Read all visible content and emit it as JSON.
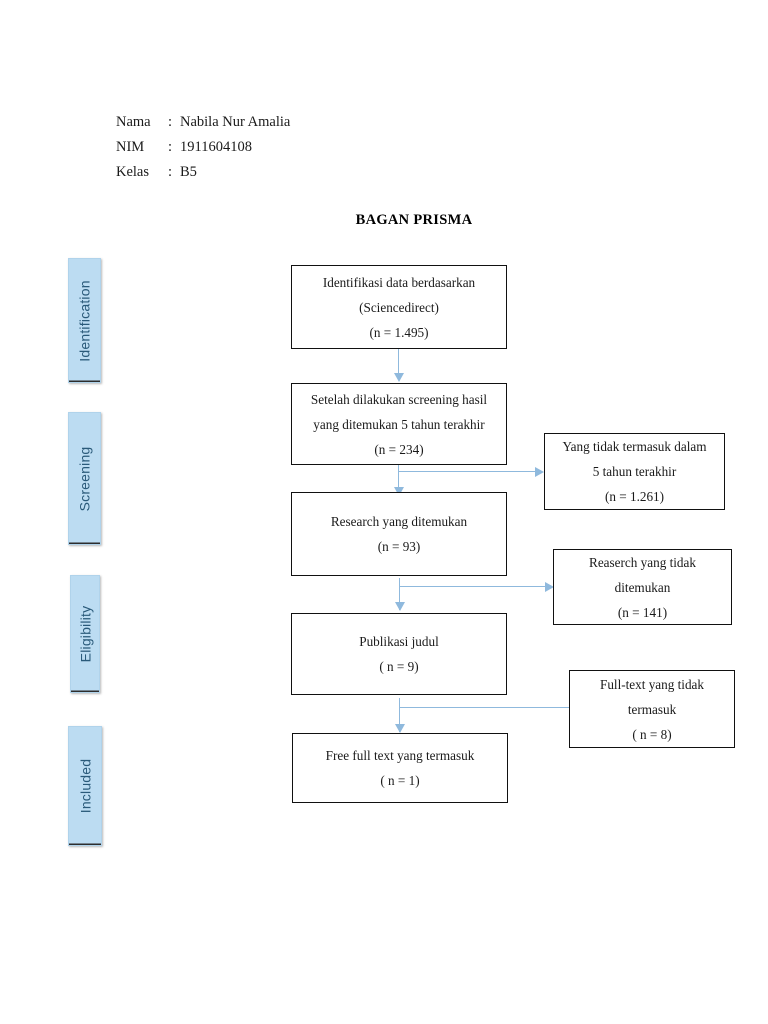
{
  "header": {
    "rows": [
      {
        "key": "Nama",
        "colon": ":",
        "value": "Nabila Nur Amalia"
      },
      {
        "key": "NIM",
        "colon": ":",
        "value": "1911604108"
      },
      {
        "key": "Kelas",
        "colon": ":",
        "value": "B5"
      }
    ]
  },
  "title": "BAGAN PRISMA",
  "stages": [
    {
      "label": "Identification"
    },
    {
      "label": "Screening"
    },
    {
      "label": "Eligibility"
    },
    {
      "label": "Included"
    }
  ],
  "flow": {
    "main_boxes": [
      {
        "id": "identification-box",
        "lines": [
          "Identifikasi data berdasarkan",
          "(Sciencedirect)",
          "(n = 1.495)"
        ]
      },
      {
        "id": "screening-box",
        "lines": [
          "Setelah dilakukan screening hasil",
          "yang ditemukan 5 tahun terakhir",
          "(n = 234)"
        ]
      },
      {
        "id": "research-found-box",
        "lines": [
          "Research yang ditemukan",
          "(n = 93)"
        ]
      },
      {
        "id": "publication-title-box",
        "lines": [
          "Publikasi judul",
          "( n = 9)"
        ]
      },
      {
        "id": "free-full-text-box",
        "lines": [
          "Free full text yang termasuk",
          "( n = 1)"
        ]
      }
    ],
    "exclusion_boxes": [
      {
        "id": "excluded-not-last-5-years-box",
        "lines": [
          "Yang tidak termasuk dalam",
          "5 tahun terakhir",
          "(n = 1.261)"
        ]
      },
      {
        "id": "excluded-research-not-found-box",
        "lines": [
          "Reaserch yang tidak",
          "ditemukan",
          "(n = 141)"
        ]
      },
      {
        "id": "excluded-full-text-box",
        "lines": [
          "Full-text yang tidak",
          "termasuk",
          "( n = 8)"
        ]
      }
    ]
  },
  "colors": {
    "stage_bar_fill": "#bcdcf2",
    "stage_label_text": "#2a5a7a",
    "connector": "#8fb9dd",
    "box_border": "#111111",
    "page_background": "#ffffff"
  }
}
